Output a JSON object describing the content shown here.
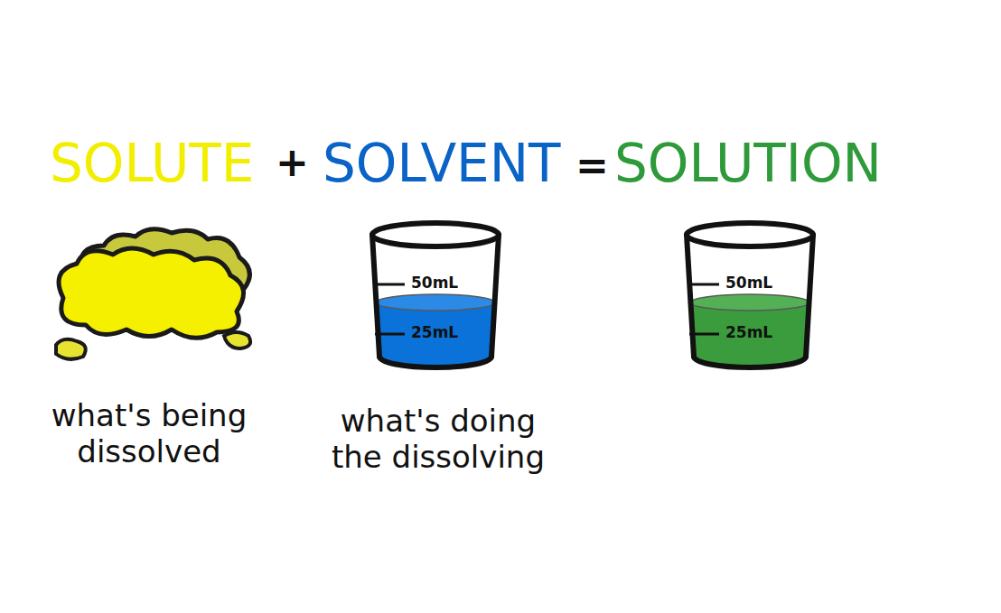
{
  "diagram": {
    "nodes": [
      {
        "text": [
          "50mL",
          "25mL"
        ]
      },
      {
        "text": [
          "50mL",
          "25mL"
        ]
      }
    ],
    "labels": [
      "SOLUTE",
      "+",
      "SOLVENT",
      "=",
      "SOLUTION",
      "what's being dissolved",
      "what's doing the dissolving"
    ]
  }
}
